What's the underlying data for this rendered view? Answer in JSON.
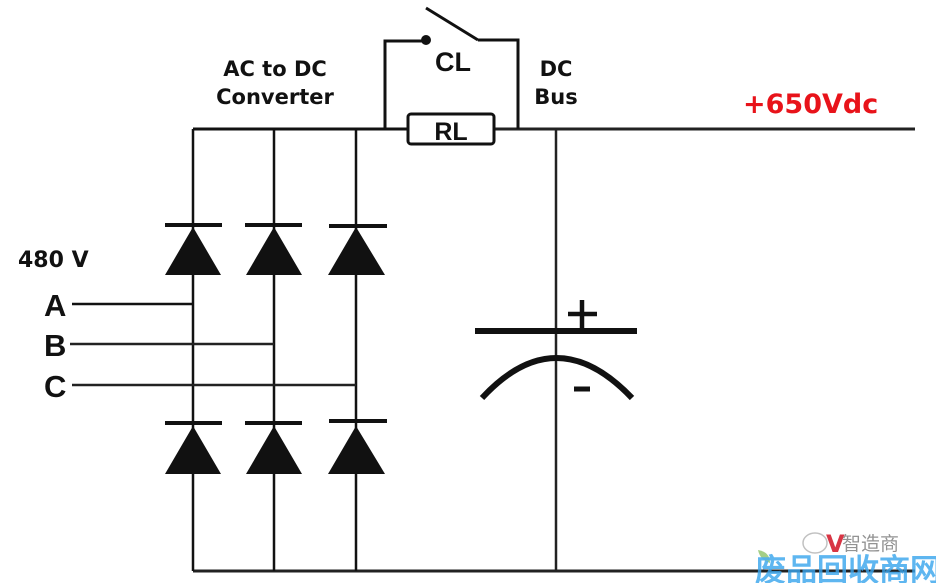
{
  "diagram": {
    "title": "Rectifier with pre-charge circuit",
    "labels": {
      "converter_line1": "AC to DC",
      "converter_line2": "Converter",
      "dc_bus_line1": "DC",
      "dc_bus_line2": "Bus",
      "bus_voltage": "+650Vdc",
      "input_voltage": "480 V",
      "phase_a": "A",
      "phase_b": "B",
      "phase_c": "C",
      "contactor": "CL",
      "resistor": "RL",
      "cap_plus": "+",
      "cap_minus": "-"
    },
    "components": {
      "upper_diodes": 3,
      "lower_diodes": 3,
      "phases": [
        "A",
        "B",
        "C"
      ]
    },
    "colors": {
      "line": "#111111",
      "voltage_label": "#e8131a"
    }
  },
  "watermark": {
    "brand_v": "V",
    "brand_text": "智造商",
    "site_text": "废品回收商网"
  }
}
